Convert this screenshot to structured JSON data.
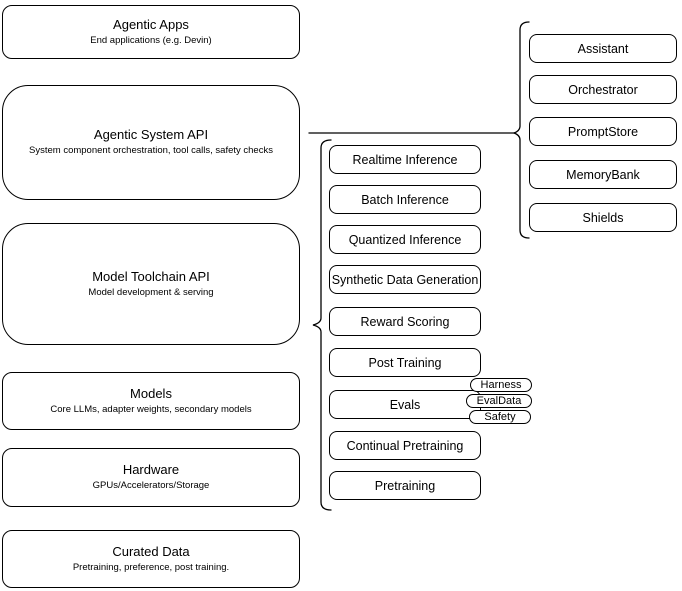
{
  "diagram": {
    "colors": {
      "stroke": "#000000",
      "fill": "#ffffff",
      "text": "#000000",
      "background": "#ffffff"
    },
    "stack": [
      {
        "title": "Agentic Apps",
        "subtitle": "End applications (e.g. Devin)"
      },
      {
        "title": "Agentic System API",
        "subtitle": "System component orchestration, tool calls, safety checks"
      },
      {
        "title": "Model Toolchain API",
        "subtitle": "Model development & serving"
      },
      {
        "title": "Models",
        "subtitle": "Core LLMs, adapter weights, secondary models"
      },
      {
        "title": "Hardware",
        "subtitle": "GPUs/Accelerators/Storage"
      },
      {
        "title": "Curated Data",
        "subtitle": "Pretraining, preference, post training."
      }
    ],
    "toolchain": {
      "items": [
        "Realtime Inference",
        "Batch Inference",
        "Quantized Inference",
        "Synthetic Data Generation",
        "Reward Scoring",
        "Post Training",
        "Evals",
        "Continual Pretraining",
        "Pretraining"
      ],
      "evals_badges": [
        "Harness",
        "EvalData",
        "Safety"
      ]
    },
    "system_components": [
      "Assistant",
      "Orchestrator",
      "PromptStore",
      "MemoryBank",
      "Shields"
    ]
  }
}
